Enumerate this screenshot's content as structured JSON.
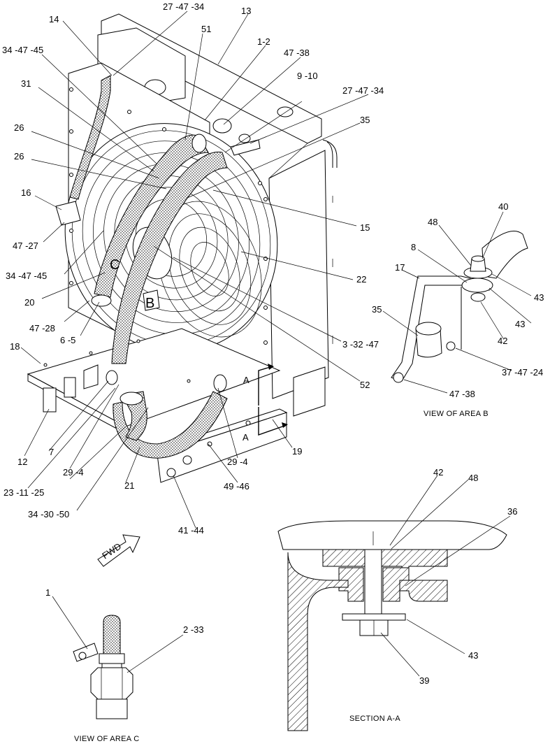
{
  "callouts": {
    "c14": "14",
    "c27a": "27 -47 -34",
    "c13": "13",
    "c34a": "34 -47 -45",
    "c51": "51",
    "c1_2": "1-2",
    "c47_38a": "47 -38",
    "c31": "31",
    "c9_10": "9 -10",
    "c27b": "27 -47 -34",
    "c26a": "26",
    "c35a": "35",
    "c26b": "26",
    "c16": "16",
    "c15": "15",
    "c47_27": "47 -27",
    "c34b": "34 -47 -45",
    "c22": "22",
    "c20": "20",
    "c47_28": "47 -28",
    "c6_5": "6 -5",
    "c3_32": "3 -32 -47",
    "c18": "18",
    "c52": "52",
    "c12": "12",
    "c7": "7",
    "c29a": "29 -4",
    "c29b": "29 -4",
    "c19": "19",
    "c23": "23 -11 -25",
    "c21": "21",
    "c49": "49 -46",
    "c34c": "34 -30 -50",
    "c41": "41 -44",
    "c40": "40",
    "c48a": "48",
    "c8": "8",
    "c17": "17",
    "c43a": "43",
    "c35b": "35",
    "c43b": "43",
    "c42a": "42",
    "c37": "37 -47 -24",
    "c47_38b": "47 -38",
    "c42b": "42",
    "c48b": "48",
    "c36": "36",
    "c1": "1",
    "c2_33": "2 -33",
    "c43c": "43",
    "c39": "39"
  },
  "markers": {
    "viewC": "C",
    "viewB": "B",
    "sectionA1": "A",
    "sectionA2": "A",
    "fwd": "FWD"
  },
  "captions": {
    "area_b": "VIEW OF AREA B",
    "area_c": "VIEW OF AREA C",
    "section": "SECTION A-A"
  }
}
